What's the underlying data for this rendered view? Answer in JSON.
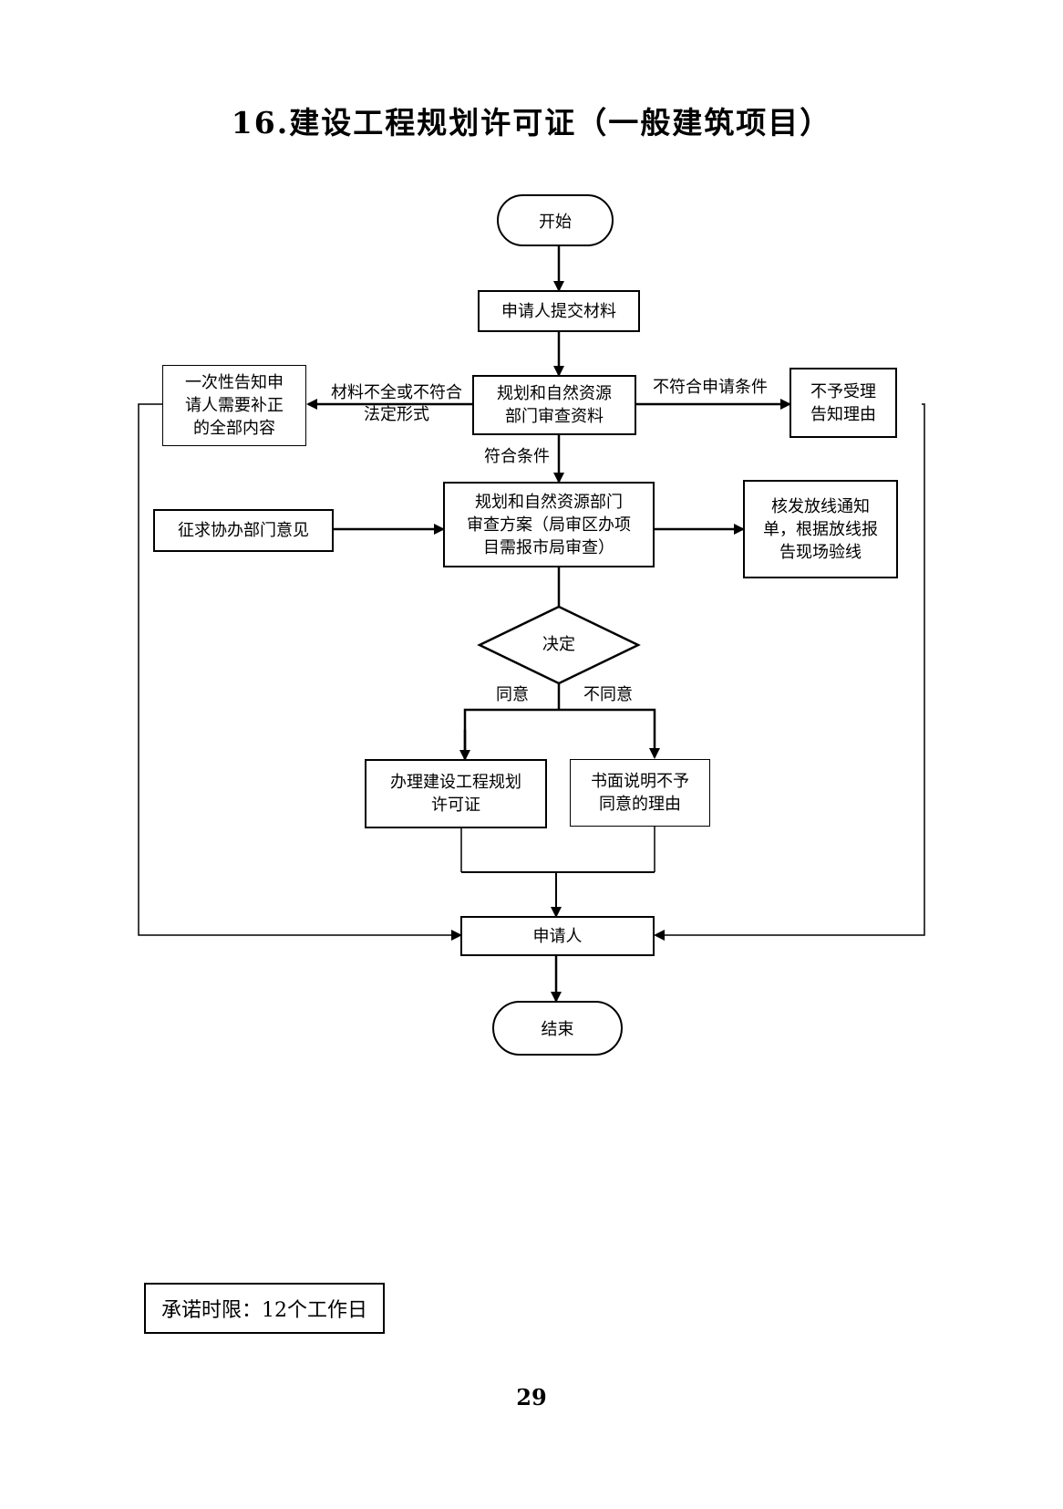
{
  "title": "16.建设工程规划许可证（一般建筑项目）",
  "nodes": {
    "start": "开始",
    "submit": "申请人提交材料",
    "review_materials": "规划和自然资源\n部门审查资料",
    "notify_supplement": "一次性告知申\n请人需要补正\n的全部内容",
    "reject_notice": "不予受理\n告知理由",
    "review_plan": "规划和自然资源部门\n审查方案（局审区办项\n目需报市局审查）",
    "solicit_opinions": "征求协办部门意见",
    "setout_notice": "核发放线通知\n单，根据放线报\n告现场验线",
    "decision": "决定",
    "issue_permit": "办理建设工程规划\n许可证",
    "written_refusal": "书面说明不予\n同意的理由",
    "applicant": "申请人",
    "end": "结束"
  },
  "edge_labels": {
    "incomplete": "材料不全或不符合\n法定形式",
    "not_eligible": "不符合申请条件",
    "eligible": "符合条件",
    "agree": "同意",
    "disagree": "不同意"
  },
  "promise_time": "承诺时限：12个工作日",
  "page_number": "29"
}
